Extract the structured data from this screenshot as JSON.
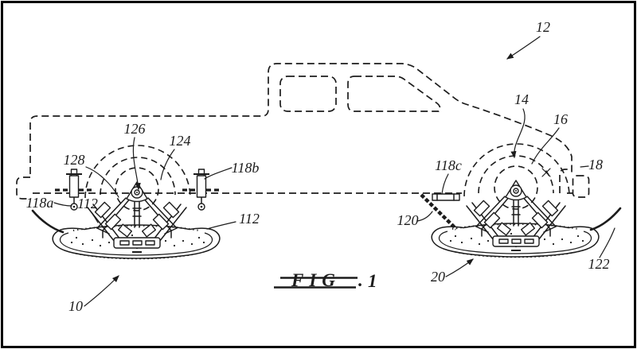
{
  "figure": {
    "fig_word": "FIG",
    "fig_sep": ".",
    "fig_num": "1",
    "refs": {
      "r10": "10",
      "r12": "12",
      "r14": "14",
      "r16": "16",
      "r18": "18",
      "r20": "20",
      "r112a": "112",
      "r112b": "112",
      "r118a": "118a",
      "r118b": "118b",
      "r118c": "118c",
      "r120": "120",
      "r122": "122",
      "r124": "124",
      "r126": "126",
      "r128": "128"
    },
    "colors": {
      "line": "#1c1c1c",
      "background": "#ffffff"
    }
  }
}
